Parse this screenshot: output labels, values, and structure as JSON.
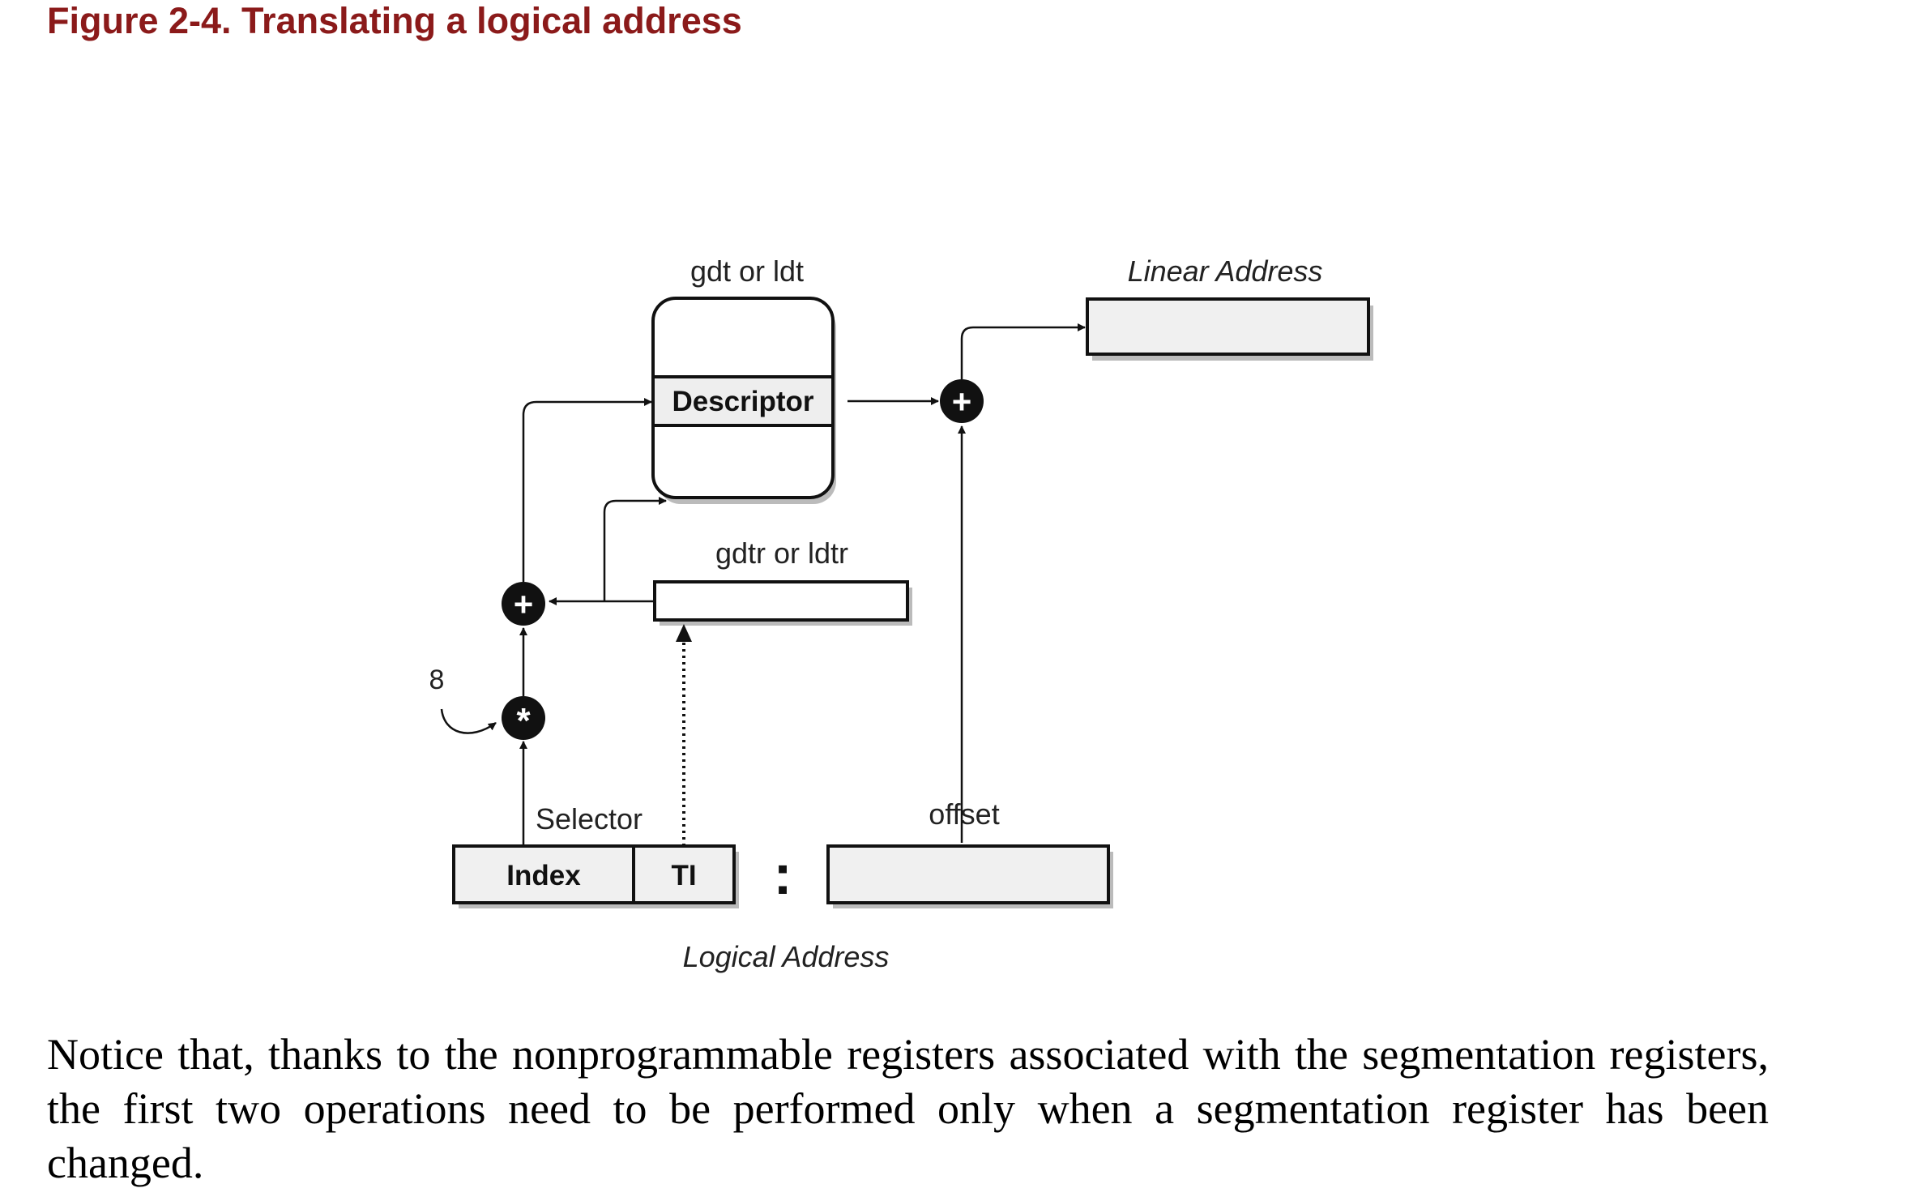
{
  "figure": {
    "title": "Figure 2-4. Translating a logical address"
  },
  "diagram": {
    "table_label": "gdt or ldt",
    "descriptor_label": "Descriptor",
    "register_label": "gdtr or ldtr",
    "linear_address_label": "Linear Address",
    "selector_label": "Selector",
    "index_label": "Index",
    "ti_label": "TI",
    "offset_label": "offset",
    "logical_address_label": "Logical Address",
    "multiplier_label": "8",
    "adder_symbol": "+",
    "multiplier_symbol": "*",
    "colon_symbol": ":"
  },
  "text": {
    "paragraph": "Notice that, thanks to the nonprogrammable registers associated with the segmentation registers, the first two operations need to be performed only when a segmentation register has been changed."
  }
}
